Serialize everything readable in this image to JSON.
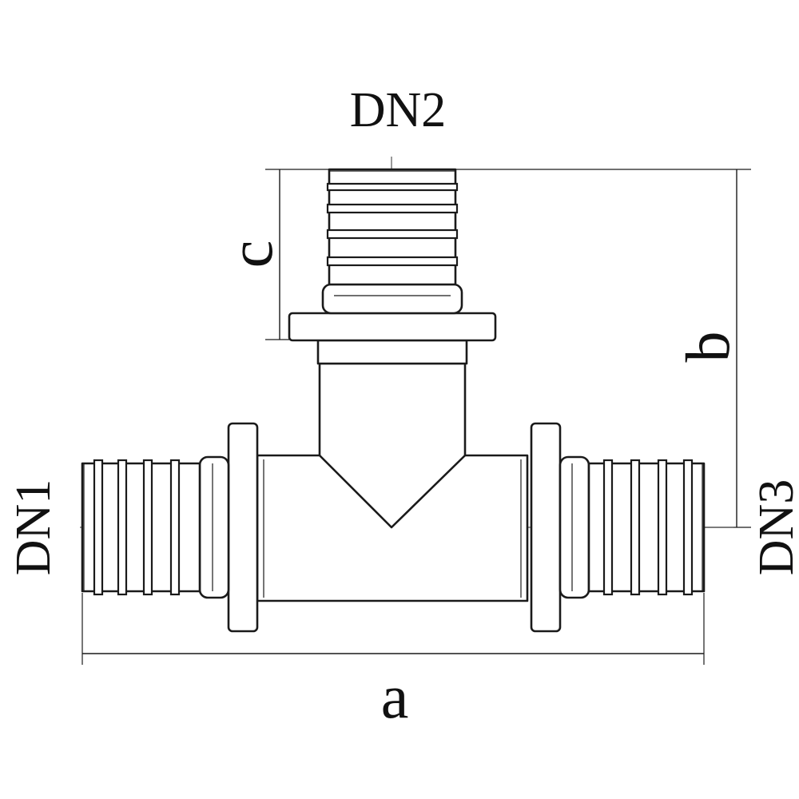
{
  "labels": {
    "dn1": "DN1",
    "dn2": "DN2",
    "dn3": "DN3",
    "a": "a",
    "b": "b",
    "c": "c"
  },
  "colors": {
    "line": "#1a1a1a",
    "background": "#ffffff"
  }
}
